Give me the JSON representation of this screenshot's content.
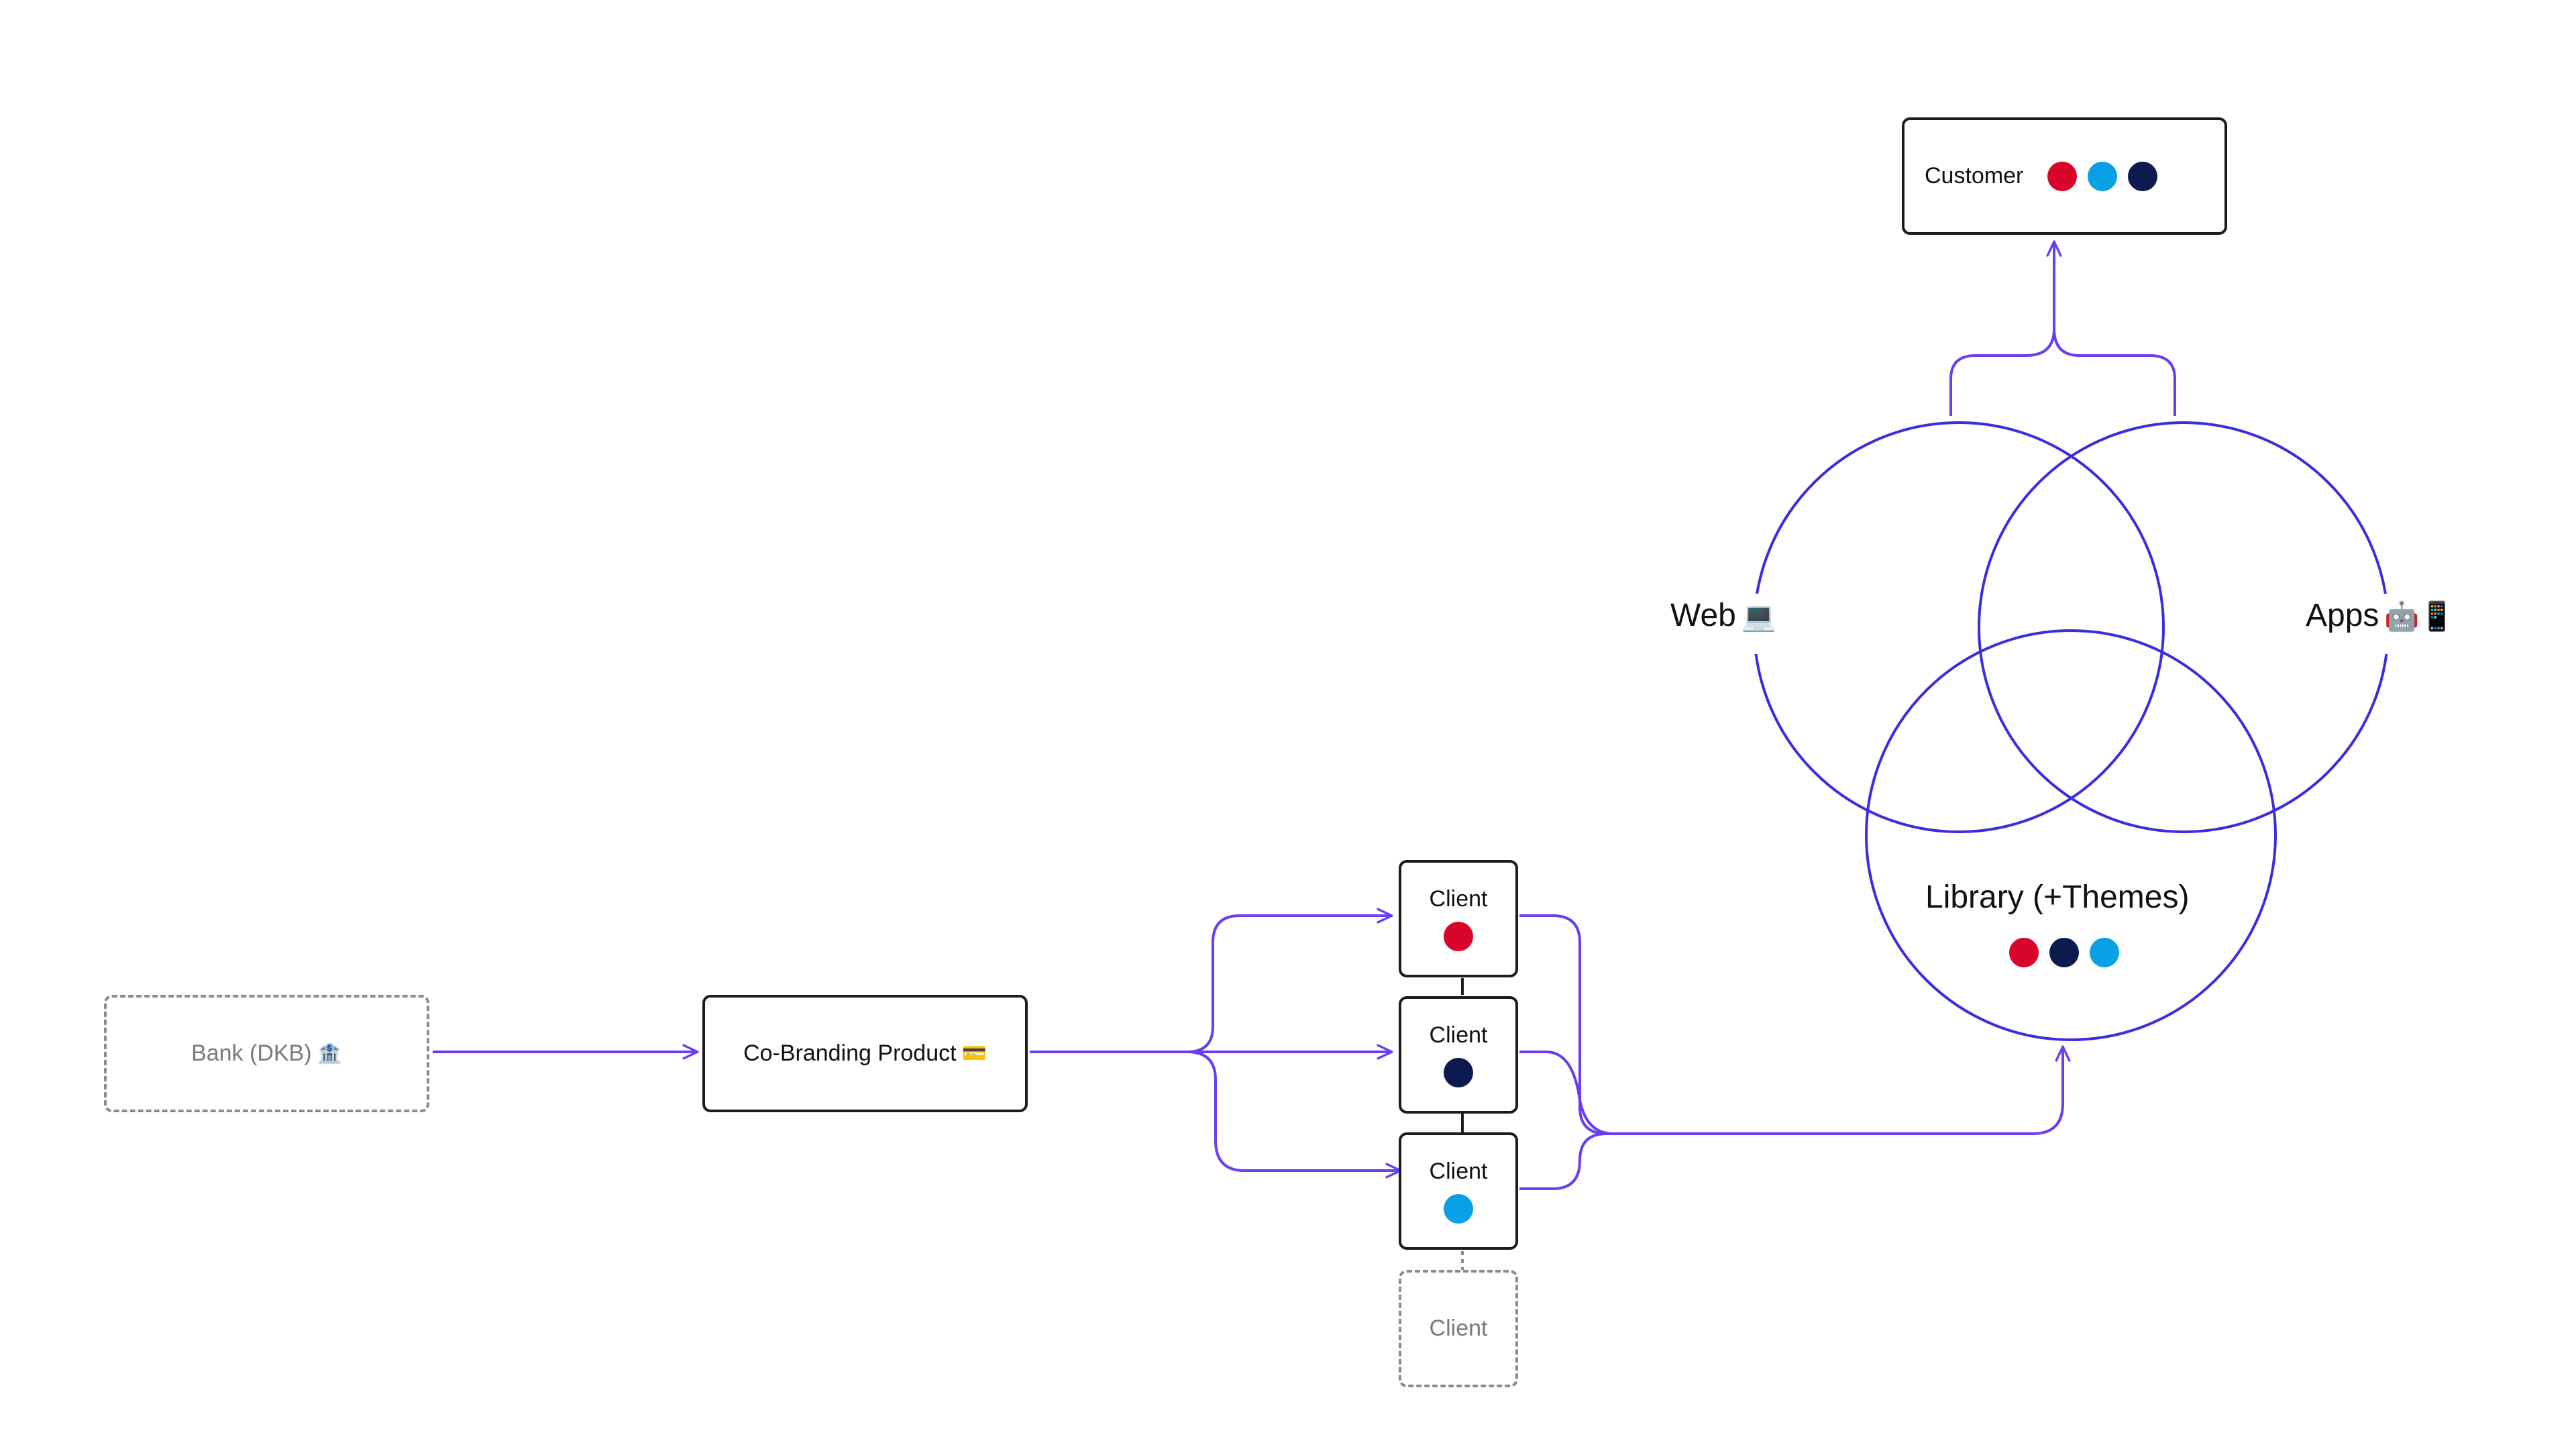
{
  "colors": {
    "connector": "#6a3df0",
    "venn_stroke": "#3a2ce0",
    "red": "#d90429",
    "light_blue": "#0aa0e6",
    "navy": "#0c1a4f"
  },
  "bank": {
    "label": "Bank (DKB)",
    "icon": "🏦"
  },
  "product": {
    "label": "Co-Branding Product",
    "icon": "💳"
  },
  "clients": [
    {
      "label": "Client",
      "dot_color": "#d90429"
    },
    {
      "label": "Client",
      "dot_color": "#0c1a4f"
    },
    {
      "label": "Client",
      "dot_color": "#0aa0e6"
    }
  ],
  "placeholder_client": {
    "label": "Client"
  },
  "customer": {
    "label": "Customer",
    "dots": [
      "#d90429",
      "#0aa0e6",
      "#0c1a4f"
    ]
  },
  "venn": {
    "web": {
      "label": "Web",
      "icon": "💻"
    },
    "apps": {
      "label": "Apps",
      "icon": "🤖📱"
    },
    "library": {
      "label": "Library (+Themes)",
      "dots": [
        "#d90429",
        "#0c1a4f",
        "#0aa0e6"
      ]
    }
  }
}
